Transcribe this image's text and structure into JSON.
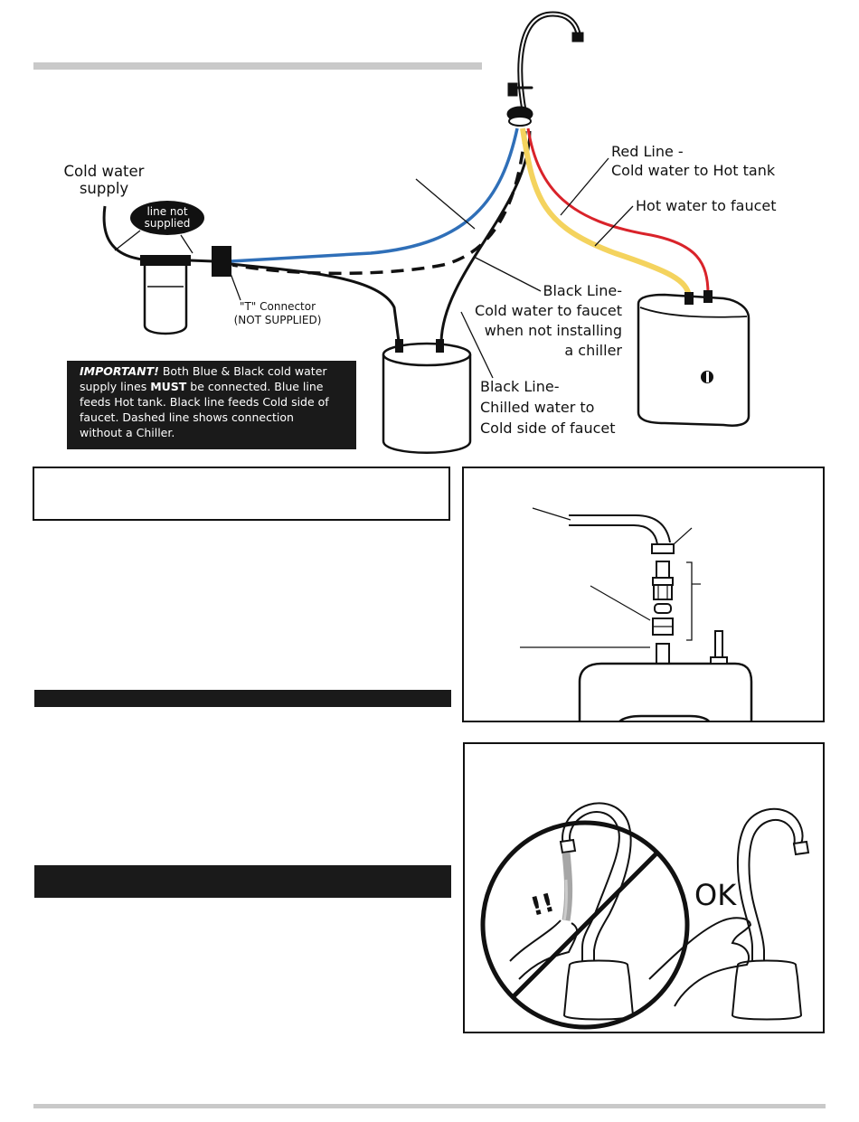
{
  "diagram": {
    "cold_water_supply": "Cold water\nsupply",
    "line_not_supplied_1": "line not",
    "line_not_supplied_2": "supplied",
    "t_connector_1": "\"T\" Connector",
    "t_connector_2": "(NOT SUPPLIED)",
    "red_line_1": "Red Line -",
    "red_line_2": "Cold water to Hot tank",
    "hot_water": "Hot water to faucet",
    "black_line_a_1": "Black Line-",
    "black_line_a_2": "Cold water to faucet",
    "black_line_a_3": "when not installing",
    "black_line_a_4": "a chiller",
    "black_line_b_1": "Black Line-",
    "black_line_b_2": "Chilled water to",
    "black_line_b_3": "Cold side of faucet"
  },
  "important": {
    "stamp": "IMPORTANT!",
    "text_1": " Both Blue & Black cold water",
    "text_2a": "supply lines ",
    "must": "MUST",
    "text_2b": " be connected.  Blue line",
    "text_3": "feeds Hot tank.  Black line feeds Cold side of",
    "text_4": "faucet.  Dashed line shows connection",
    "text_5": "without a Chiller."
  },
  "figure2": {
    "ok_label": "OK",
    "warning": "!!"
  },
  "colors": {
    "blue_line": "#2f6fb8",
    "red_line": "#d9232a",
    "yellow_line": "#f4d35e",
    "black": "#111111",
    "rule_gray": "#c9c9c9"
  },
  "icons": [
    "faucet-icon",
    "hot-tank-icon",
    "chiller-tank-icon",
    "filter-cartridge-icon",
    "t-connector-icon",
    "no-touch-icon",
    "hand-icon"
  ]
}
